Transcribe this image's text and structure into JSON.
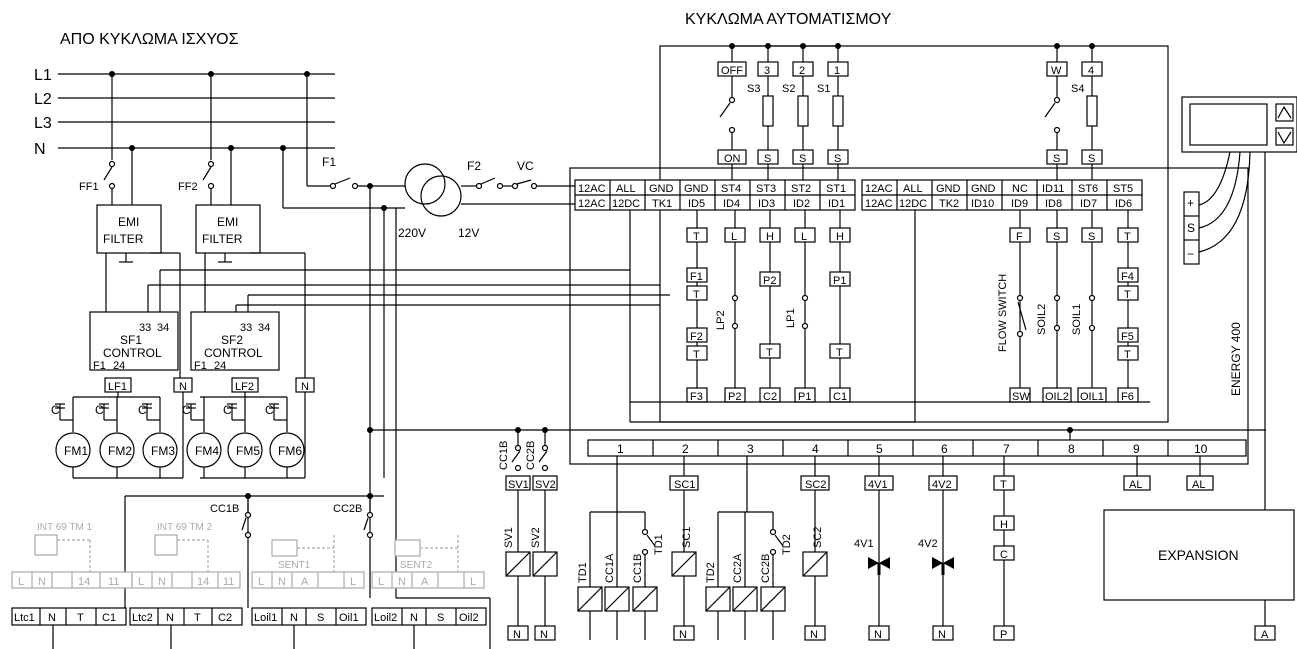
{
  "titles": {
    "power": "ΑΠΟ ΚΥΚΛΩΜΑ ΙΣΧΥΟΣ",
    "automation": "ΚΥΚΛΩΜΑ ΑΥΤΟΜΑΤΙΣΜΟΥ"
  },
  "lines": [
    "L1",
    "L2",
    "L3",
    "N"
  ],
  "fuses": {
    "ff1": "FF1",
    "ff2": "FF2",
    "f1": "F1",
    "f2": "F2",
    "vc": "VC"
  },
  "emi": {
    "line1": "EMI",
    "line2": "FILTER"
  },
  "control": [
    {
      "name": "SF1",
      "label": "CONTROL",
      "t33": "33",
      "t34": "34",
      "f1": "F1",
      "t24": "24",
      "lf": "LF1",
      "n": "N"
    },
    {
      "name": "SF2",
      "label": "CONTROL",
      "t33": "33",
      "t34": "34",
      "f1": "F1",
      "t24": "24",
      "lf": "LF2",
      "n": "N"
    }
  ],
  "fans": [
    "FM1",
    "FM2",
    "FM3",
    "FM4",
    "FM5",
    "FM6"
  ],
  "cap_label": "C",
  "transformer": {
    "primary": "220V",
    "secondary": "12V"
  },
  "top_switches": {
    "off": "OFF",
    "on": "ON",
    "n3": "3",
    "n2": "2",
    "n1": "1",
    "w": "W",
    "n4": "4",
    "s": "S",
    "s3": "S3",
    "s2": "S2",
    "s1": "S1",
    "s4": "S4"
  },
  "terminal_top_left": [
    "12AC",
    "ALL",
    "GND",
    "GND",
    "ST4",
    "ST3",
    "ST2",
    "ST1"
  ],
  "terminal_bottom_left": [
    "12AC",
    "12DC",
    "TK1",
    "ID5",
    "ID4",
    "ID3",
    "ID2",
    "ID1"
  ],
  "terminal_top_right": [
    "12AC",
    "ALL",
    "GND",
    "GND",
    "NC",
    "ID11",
    "ST6",
    "ST5"
  ],
  "terminal_bottom_right": [
    "12AC",
    "12DC",
    "TK2",
    "ID10",
    "ID9",
    "ID8",
    "ID7",
    "ID6"
  ],
  "sensor_chain": {
    "t": "T",
    "l": "L",
    "h": "H",
    "f": "F",
    "s": "S",
    "f1": "F1",
    "f2": "F2",
    "f3": "F3",
    "f4": "F4",
    "f5": "F5",
    "f6": "F6",
    "p1": "P1",
    "p2": "P2",
    "c1": "C1",
    "c2": "C2",
    "lp1": "LP1",
    "lp2": "LP2",
    "sw": "SW",
    "oil1": "OIL1",
    "oil2": "OIL2",
    "flow_switch": "FLOW SWITCH",
    "soil1": "SOIL1",
    "soil2": "SOIL2"
  },
  "controller_side": {
    "plus": "+",
    "s": "S",
    "minus": "−",
    "model": "ENERGY 400"
  },
  "outputs": [
    "1",
    "2",
    "3",
    "4",
    "5",
    "6",
    "7",
    "8",
    "9",
    "10"
  ],
  "output_labels": {
    "cc1b": "CC1B",
    "cc2b": "CC2B",
    "sv1": "SV1",
    "sv2": "SV2",
    "sc1": "SC1",
    "sc2": "SC2",
    "v41": "4V1",
    "v42": "4V2",
    "t": "T",
    "h": "H",
    "c": "C",
    "al": "AL",
    "td1": "TD1",
    "td2": "TD2",
    "cc1a": "CC1A",
    "cc2a": "CC2A",
    "n": "N",
    "p": "P",
    "a": "A"
  },
  "expansion": "EXPANSION",
  "bottom_left": {
    "int1": "INT 69 TM 1",
    "int2": "INT 69 TM 2",
    "sent1": "SENT1",
    "sent2": "SENT2",
    "cc1b": "CC1B",
    "cc2b": "CC2B",
    "g1": [
      "L",
      "N",
      "14",
      "11"
    ],
    "g2": [
      "L",
      "N",
      "14",
      "11"
    ],
    "g3": [
      "L",
      "N",
      "A",
      "L"
    ],
    "g4": [
      "L",
      "N",
      "A",
      "L"
    ],
    "t1": [
      "Ltc1",
      "N",
      "T",
      "C1"
    ],
    "t2": [
      "Ltc2",
      "N",
      "T",
      "C2"
    ],
    "t3": [
      "Loil1",
      "N",
      "S",
      "Oil1"
    ],
    "t4": [
      "Loil2",
      "N",
      "S",
      "Oil2"
    ]
  }
}
